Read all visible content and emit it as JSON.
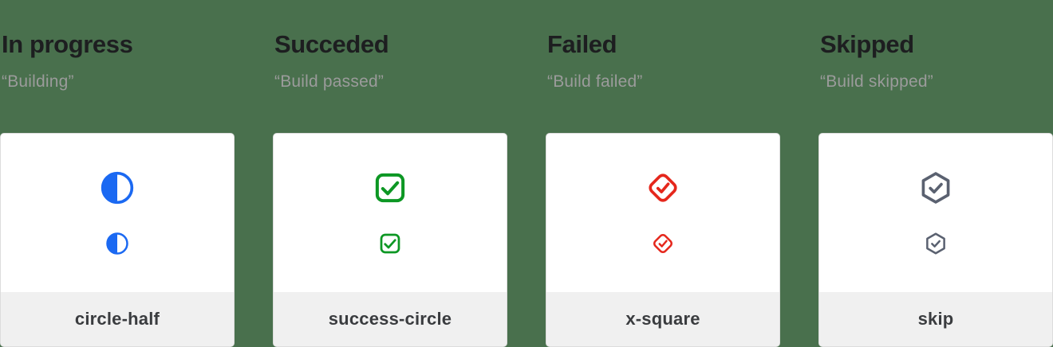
{
  "page": {
    "background_color": "#49704d",
    "card_background": "#ffffff",
    "card_border_color": "#dcdcdc",
    "footer_background": "#f0f0f0",
    "title_color": "#1d1e20",
    "quote_color": "#9b9b9b",
    "label_color": "#3a3c3f"
  },
  "columns": [
    {
      "title": "In progress",
      "quote": "“Building”",
      "label": "circle-half",
      "icon": "circle-half-icon",
      "color": "#1b69f2"
    },
    {
      "title": "Succeded",
      "quote": "“Build passed”",
      "label": "success-circle",
      "icon": "check-square-icon",
      "color": "#0d9724"
    },
    {
      "title": "Failed",
      "quote": "“Build failed”",
      "label": "x-square",
      "icon": "check-diamond-icon",
      "color": "#e5271c"
    },
    {
      "title": "Skipped",
      "quote": "“Build skipped”",
      "label": "skip",
      "icon": "check-hexagon-icon",
      "color": "#5a6170"
    }
  ]
}
